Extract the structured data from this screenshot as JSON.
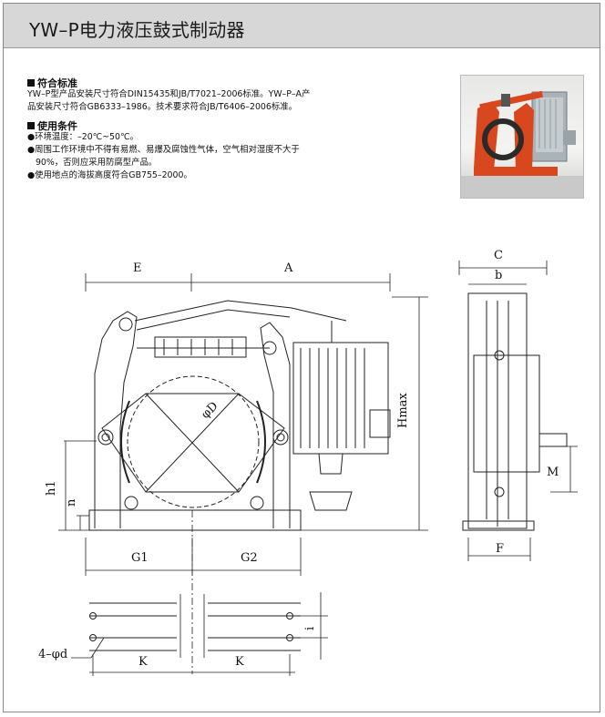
{
  "header": {
    "title": "YW–P电力液压鼓式制动器"
  },
  "standards": {
    "heading": "符合标准",
    "line1": "YW–P型产品安装尺寸符合DIN15435和JB/T7021–2006标准。YW–P–A产",
    "line2": "品安装尺寸符合GB6333–1986。技术要求符合JB/T6406–2006标准。"
  },
  "conditions": {
    "heading": "使用条件",
    "items": [
      "●环境温度：–20℃~50℃。",
      "●周围工作环境中不得有易燃、易爆及腐蚀性气体，空气相对湿度不大于",
      "   90%，否则应采用防腐型产品。",
      "●使用地点的海拔高度符合GB755–2000。"
    ]
  },
  "drawing": {
    "labels": {
      "E": "E",
      "A": "A",
      "C": "C",
      "b": "b",
      "phiD": "φD",
      "Hmax": "Hmax",
      "h1": "h1",
      "n": "n",
      "M": "M",
      "F": "F",
      "G1": "G1",
      "G2": "G2",
      "K1": "K",
      "K2": "K",
      "d": "4–φd",
      "i": "i"
    }
  },
  "colors": {
    "title_bar": "#d7d7d7",
    "brake_red": "#d9471e",
    "line": "#222222"
  }
}
